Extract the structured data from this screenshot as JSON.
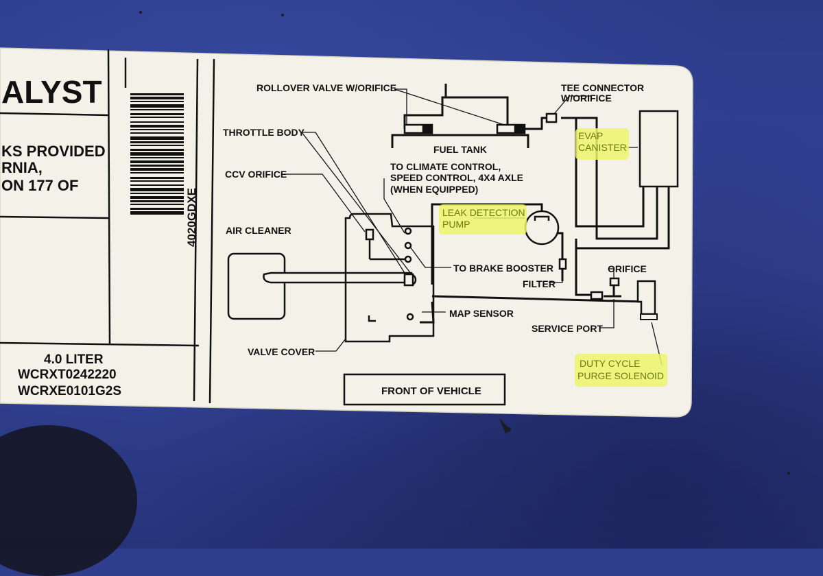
{
  "left_panel": {
    "brand_fragment": "ALYST",
    "text_lines": [
      "KS PROVIDED",
      "RNIA,",
      "ON 177 OF"
    ],
    "barcode_code": "4020GDXE",
    "engine": "4.0 LITER",
    "code_1": "WCRXT0242220",
    "code_2": "WCRXE0101G2S"
  },
  "diagram": {
    "rollover_valve": "ROLLOVER VALVE W/ORIFICE",
    "tee_connector_line1": "TEE CONNECTOR",
    "tee_connector_line2": "W/ORIFICE",
    "fuel_tank": "FUEL TANK",
    "throttle_body": "THROTTLE BODY",
    "climate_line1": "TO CLIMATE CONTROL,",
    "climate_line2": "SPEED CONTROL, 4X4 AXLE",
    "climate_line3": "(WHEN EQUIPPED)",
    "evap_line1": "EVAP",
    "evap_line2": "CANISTER",
    "ccv_orifice": "CCV ORIFICE",
    "air_cleaner": "AIR CLEANER",
    "leak_line1": "LEAK DETECTION",
    "leak_line2": "PUMP",
    "brake_booster": "TO BRAKE BOOSTER",
    "filter": "FILTER",
    "orifice": "ORIFICE",
    "map_sensor": "MAP SENSOR",
    "service_port": "SERVICE PORT",
    "valve_cover": "VALVE COVER",
    "duty_line1": "DUTY CYCLE",
    "duty_line2": "PURGE SOLENOID",
    "front_of_vehicle": "FRONT OF VEHICLE"
  },
  "colors": {
    "background": "#2f3f8e",
    "label": "#f4f2ea",
    "ink": "#111111",
    "highlight": "#ecf46a"
  }
}
